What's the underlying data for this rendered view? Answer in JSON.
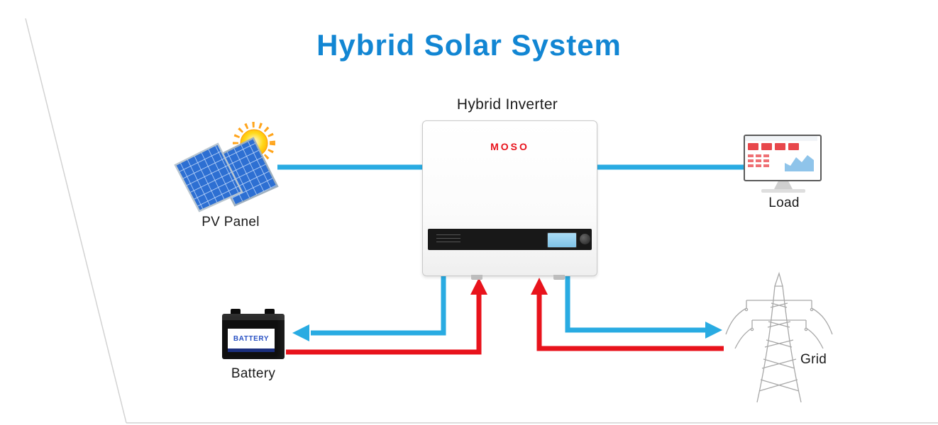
{
  "title": "Hybrid Solar System",
  "colors": {
    "title_blue": "#1286d3",
    "flow_blue": "#29abe2",
    "flow_red": "#e8131c",
    "panel_blue": "#2d6fd2",
    "sun_yellow": "#ffd91c",
    "brand_red": "#e8131c",
    "battery_text_blue": "#2a52c4"
  },
  "nodes": {
    "inverter": {
      "label": "Hybrid Inverter",
      "brand": "MOSO"
    },
    "pv_panel": {
      "label": "PV Panel"
    },
    "load": {
      "label": "Load"
    },
    "battery": {
      "label": "Battery",
      "badge": "BATTERY"
    },
    "grid": {
      "label": "Grid"
    }
  },
  "icons": {
    "sun": "sun-icon",
    "solar_panel": "solar-panel-icon",
    "inverter": "inverter-device",
    "monitor": "load-monitor-icon",
    "battery": "battery-icon",
    "grid_tower": "grid-tower-icon"
  },
  "flows": {
    "pv_to_inverter": "blue",
    "inverter_to_load": "blue",
    "inverter_to_battery": "blue",
    "battery_to_inverter": "red",
    "inverter_to_grid": "blue",
    "grid_to_inverter": "red"
  }
}
